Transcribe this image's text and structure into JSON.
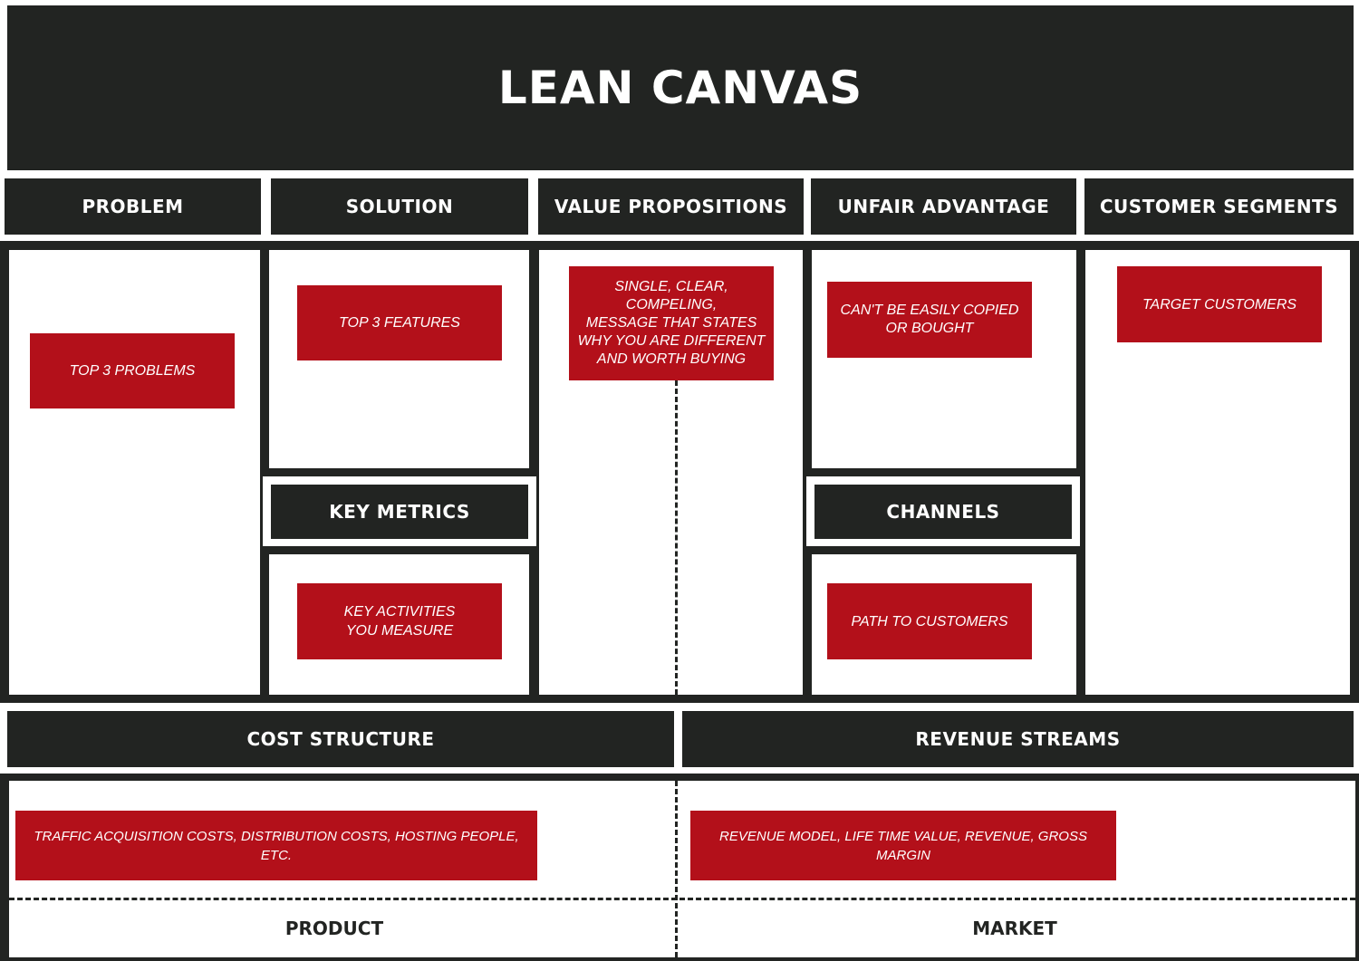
{
  "title": "LEAN CANVAS",
  "headers": {
    "problem": "PROBLEM",
    "solution": "SOLUTION",
    "value_propositions": "VALUE PROPOSITIONS",
    "unfair_advantage": "UNFAIR ADVANTAGE",
    "customer_segments": "CUSTOMER SEGMENTS",
    "key_metrics": "KEY METRICS",
    "channels": "CHANNELS",
    "cost_structure": "COST STRUCTURE",
    "revenue_streams": "REVENUE STREAMS"
  },
  "notes": {
    "problem": "TOP 3 PROBLEMS",
    "solution": "TOP 3 FEATURES",
    "value_line1": "SINGLE, CLEAR, COMPELING,",
    "value_line2": "MESSAGE THAT STATES",
    "value_line3": "WHY YOU ARE DIFFERENT",
    "value_line4": "AND WORTH BUYING",
    "unfair_line1": "CAN'T BE EASILY COPIED",
    "unfair_line2": "OR BOUGHT",
    "customer_segments": "TARGET CUSTOMERS",
    "key_metrics_line1": "KEY ACTIVITIES",
    "key_metrics_line2": "YOU MEASURE",
    "channels": "PATH TO CUSTOMERS",
    "cost_structure": "TRAFFIC ACQUISITION COSTS, DISTRIBUTION COSTS, HOSTING PEOPLE, ETC.",
    "revenue_streams": "REVENUE MODEL, LIFE TIME VALUE, REVENUE, GROSS MARGIN"
  },
  "footer": {
    "product": "PRODUCT",
    "market": "MARKET"
  },
  "colors": {
    "dark": "#222422",
    "accent_red": "#b3101a",
    "background": "#ffffff"
  }
}
